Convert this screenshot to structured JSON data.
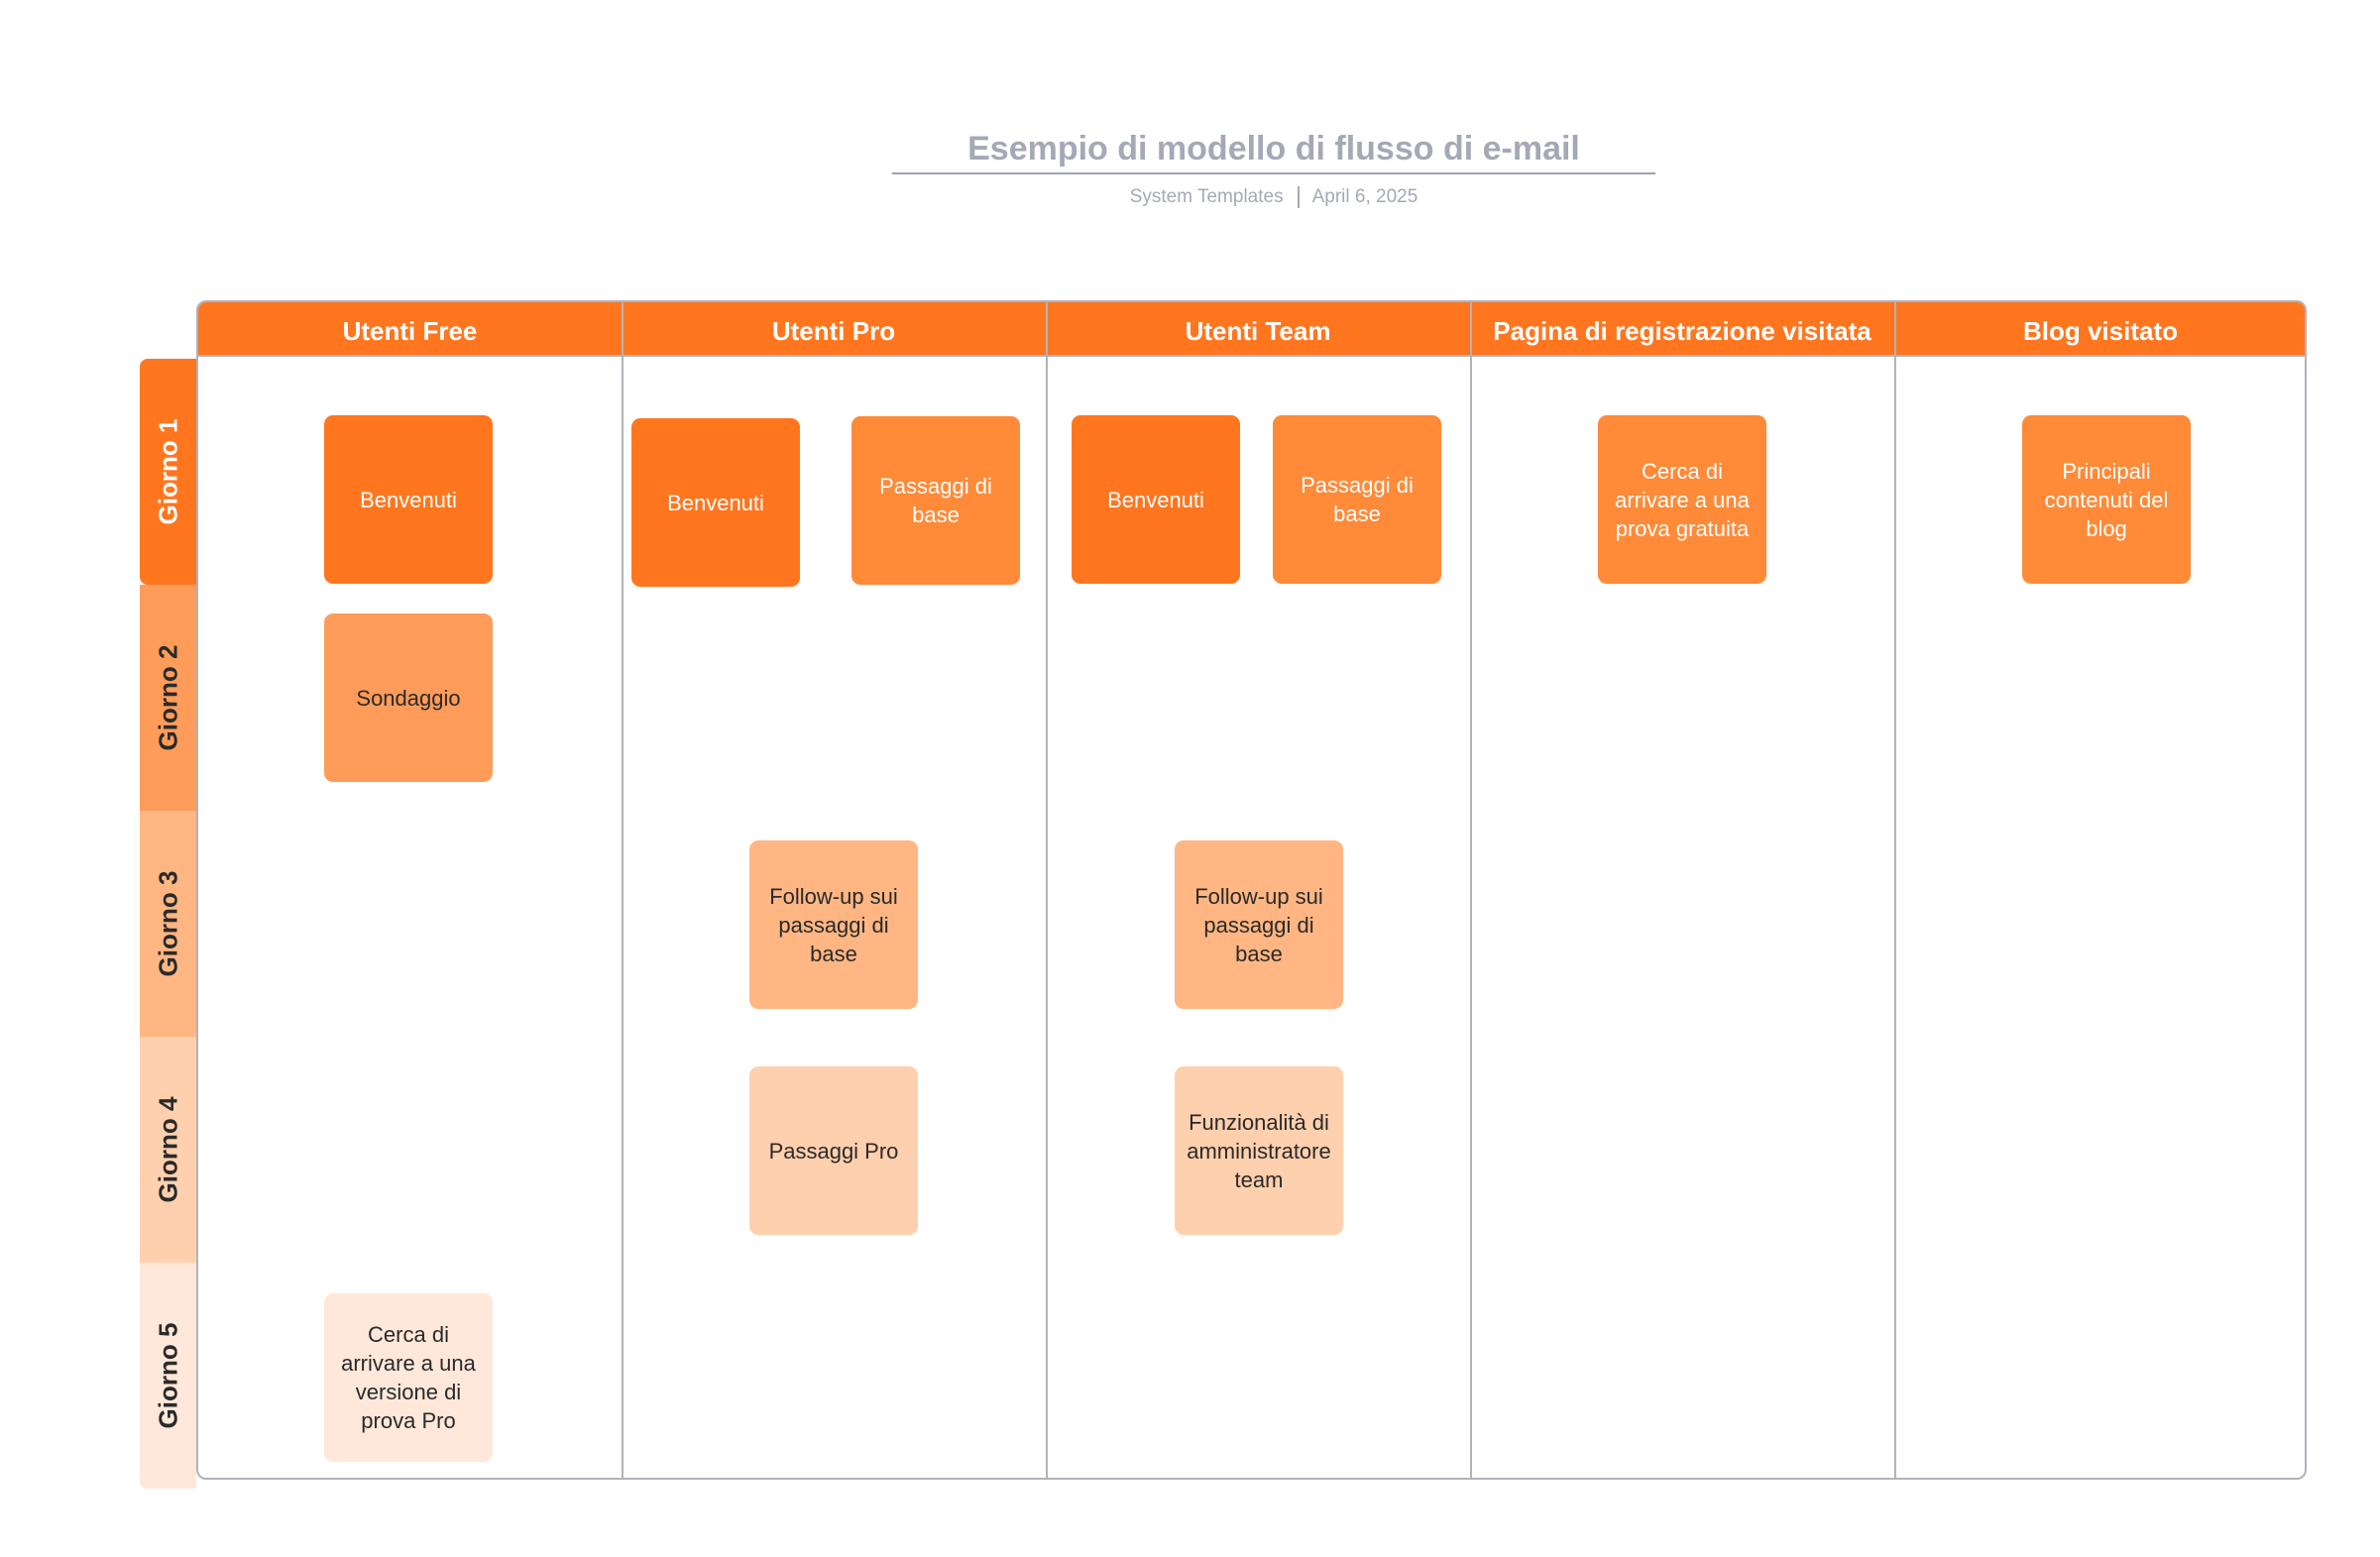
{
  "header": {
    "title": "Esempio di modello di flusso di e-mail",
    "source": "System Templates",
    "date": "April 6, 2025"
  },
  "columns": [
    {
      "label": "Utenti Free"
    },
    {
      "label": "Utenti Pro"
    },
    {
      "label": "Utenti Team"
    },
    {
      "label": "Pagina di registrazione visitata"
    },
    {
      "label": "Blog visitato"
    }
  ],
  "rows": [
    {
      "label": "Giorno 1"
    },
    {
      "label": "Giorno 2"
    },
    {
      "label": "Giorno 3"
    },
    {
      "label": "Giorno 4"
    },
    {
      "label": "Giorno 5"
    }
  ],
  "cards": {
    "free_benvenuti": "Benvenuti",
    "free_sondaggio": "Sondaggio",
    "free_prova_pro": "Cerca di arrivare a una versione di prova Pro",
    "pro_benvenuti": "Benvenuti",
    "pro_passaggi_base": "Passaggi di base",
    "pro_followup": "Follow-up sui passaggi di base",
    "pro_passaggi_pro": "Passaggi Pro",
    "team_benvenuti": "Benvenuti",
    "team_passaggi_base": "Passaggi di base",
    "team_followup": "Follow-up sui passaggi di base",
    "team_funzionalita": "Funzionalità di amministratore team",
    "reg_prova_gratuita": "Cerca di arrivare a una prova gratuita",
    "blog_contenuti": "Principali contenuti del blog"
  },
  "colors": {
    "header": "#ff761f",
    "day1": "#ff761f",
    "day2": "#ff9c59",
    "day3": "#ffb682",
    "day4": "#ffd0ad",
    "day5": "#ffe8da",
    "title": "#a5a9b6",
    "border": "#b0b3ba"
  }
}
